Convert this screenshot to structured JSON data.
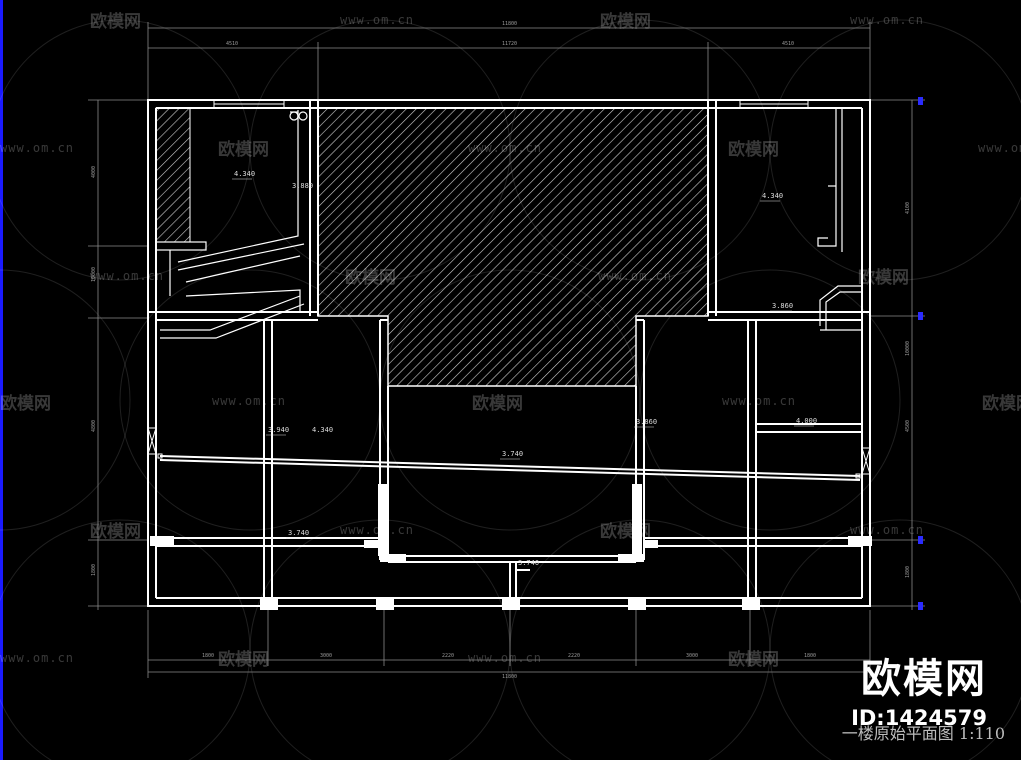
{
  "drawing": {
    "title": "一楼原始平面图 1:110",
    "brand": "欧模网",
    "id_label": "ID:1424579",
    "colors": {
      "background": "#000000",
      "wall": "#ffffff",
      "hatch": "#cfcfcf",
      "dimension": "#8a8a8a",
      "column": "#ffffff"
    }
  },
  "watermarks": {
    "logo_text": "欧模网",
    "url": "www.om.cn"
  },
  "elevations": {
    "top_left_room": "4.340",
    "top_left_room_b": "3.880",
    "top_right_room": "4.340",
    "top_right_room_b": "3.860",
    "mid_left_a": "3.940",
    "mid_left_b": "4.340",
    "center_beam": "3.740",
    "mid_right_a": "3.860",
    "mid_right_b": "4.000",
    "lower_left": "3.740",
    "lower_center": "3.740"
  },
  "dimensions": {
    "top_overall": "11800",
    "bottom_overall": "11800",
    "top_left": "4510",
    "top_mid": "11720",
    "top_right": "4510",
    "left_a": "4000",
    "left_b": "10000",
    "left_c": "4800",
    "left_d": "1800",
    "right_a": "4100",
    "right_b": "10000",
    "right_c": "4500",
    "right_d": "1800",
    "bottom_a": "1800",
    "bottom_b": "3000",
    "bottom_c": "2220",
    "bottom_d": "2220",
    "bottom_e": "3000",
    "bottom_f": "1800"
  }
}
